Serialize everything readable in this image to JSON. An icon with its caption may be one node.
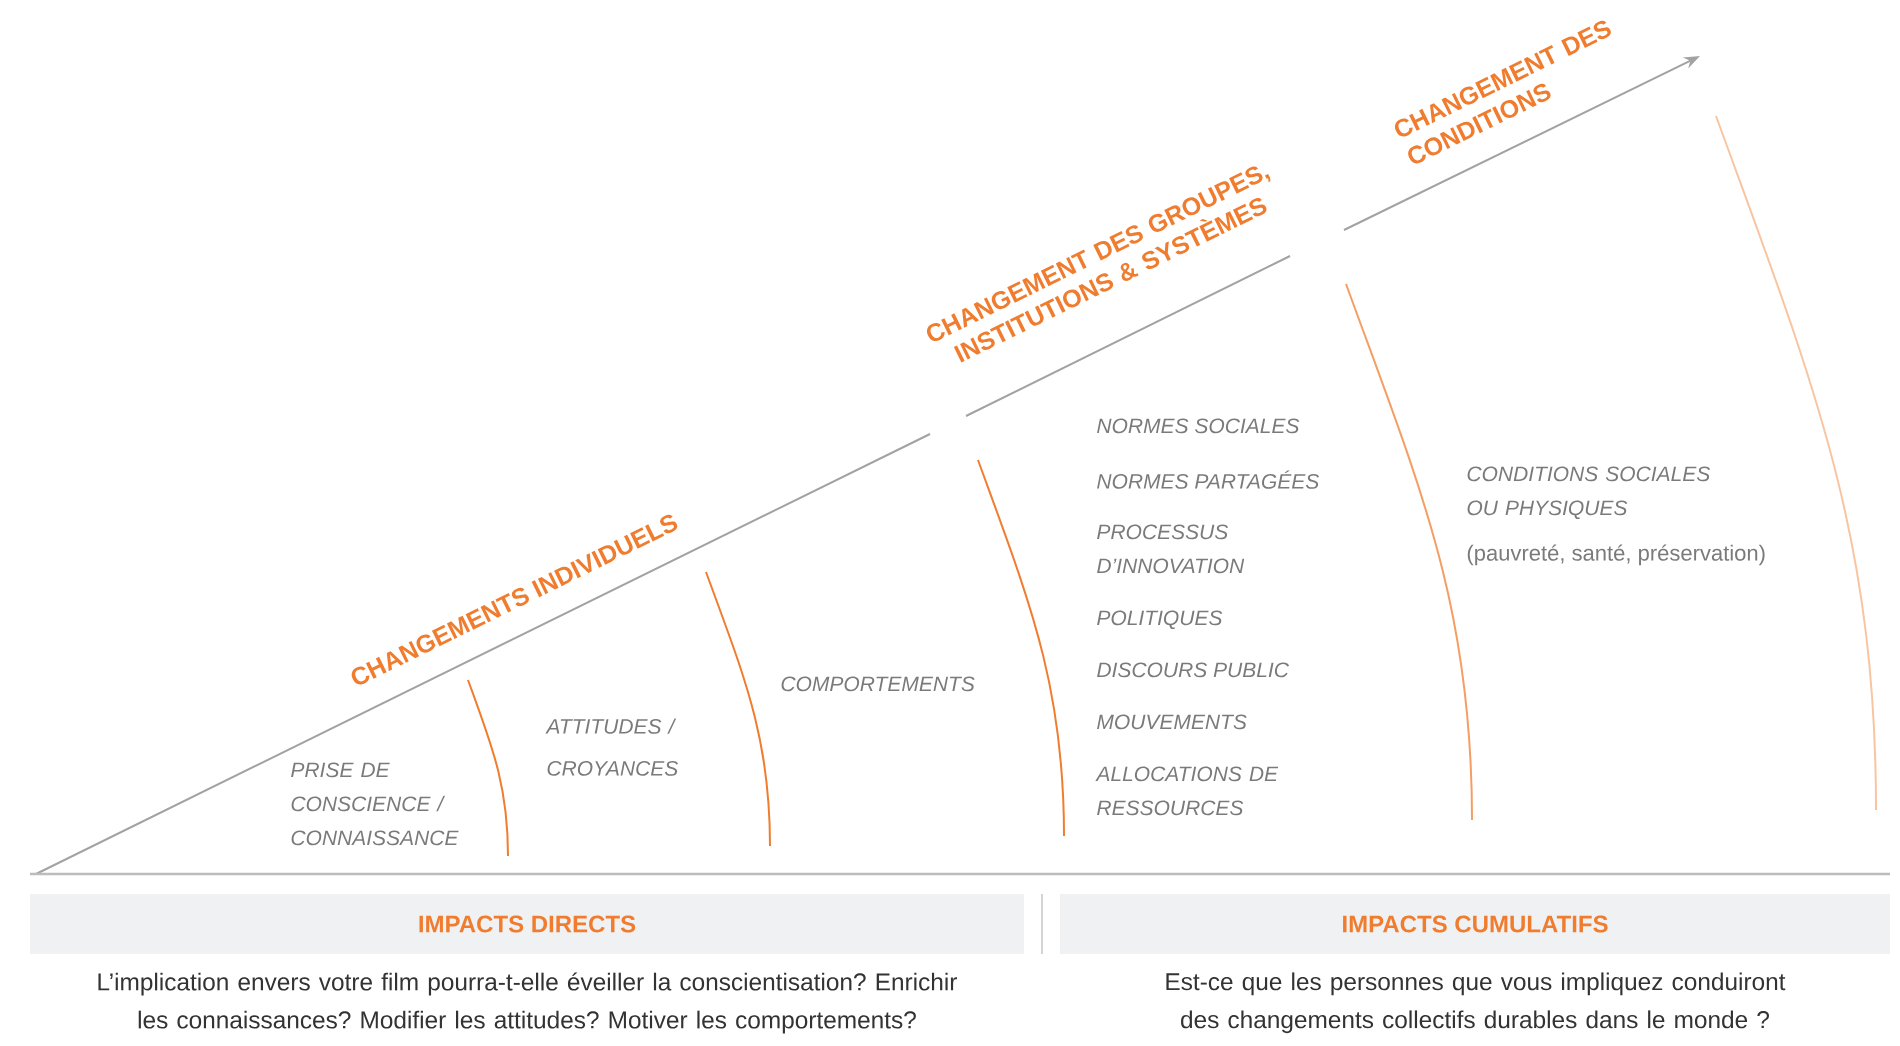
{
  "diagram": {
    "nodes": [
      {
        "text": [
          "IMPACTS DIRECTS"
        ],
        "beside": [
          "L’implication envers votre film pourra-t-elle éveiller la conscientisation? Enrichir les connaissances? Modifier les attitudes? Motiver les comportements?"
        ]
      },
      {
        "text": [
          "IMPACTS CUMULATIFS"
        ],
        "beside": [
          "Est-ce que les personnes que vous impliquez conduiront des changements collectifs durables dans le monde ?"
        ]
      }
    ],
    "labels": [
      "CHANGEMENT DES CONDITIONS",
      "CHANGEMENT DES GROUPES, INSTITUTIONS & SYSTÈMES",
      "NORMES SOCIALES",
      "CONDITIONS SOCIALES OU PHYSIQUES",
      "NORMES PARTAGÉES",
      "(pauvreté, santé, préservation)",
      "PROCESSUS D’INNOVATION",
      "CHANGEMENTS INDIVIDUELS",
      "POLITIQUES",
      "DISCOURS PUBLIC",
      "COMPORTEMENTS",
      "ATTITUDES / CROYANCES",
      "MOUVEMENTS",
      "PRISE DE CONSCIENCE / CONNAISSANCE",
      "ALLOCATIONS DE RESSOURCES"
    ]
  }
}
